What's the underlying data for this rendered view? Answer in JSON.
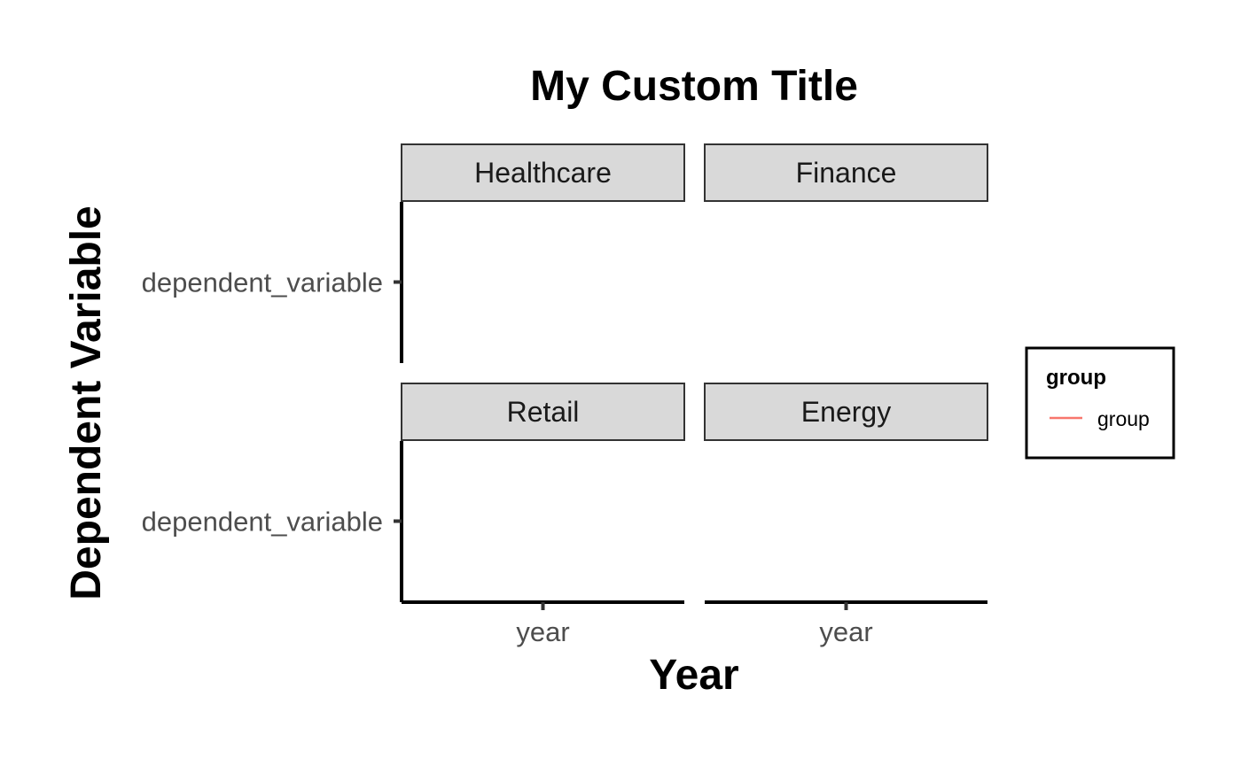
{
  "chart_data": {
    "type": "line",
    "title": "My Custom Title",
    "xlabel": "Year",
    "ylabel": "Dependent Variable",
    "panels": [
      {
        "name": "Healthcare",
        "x_tick": "year",
        "y_tick": "dependent_variable"
      },
      {
        "name": "Finance",
        "x_tick": "year",
        "y_tick": "dependent_variable"
      },
      {
        "name": "Retail",
        "x_tick": "year",
        "y_tick": "dependent_variable"
      },
      {
        "name": "Energy",
        "x_tick": "year",
        "y_tick": "dependent_variable"
      }
    ],
    "layout": {
      "rows": 2,
      "cols": 2
    },
    "series": [
      {
        "name": "group",
        "color": "#F8766D",
        "values": []
      }
    ],
    "legend": {
      "title": "group",
      "entries": [
        "group"
      ],
      "placement": "right"
    },
    "grid": false
  }
}
